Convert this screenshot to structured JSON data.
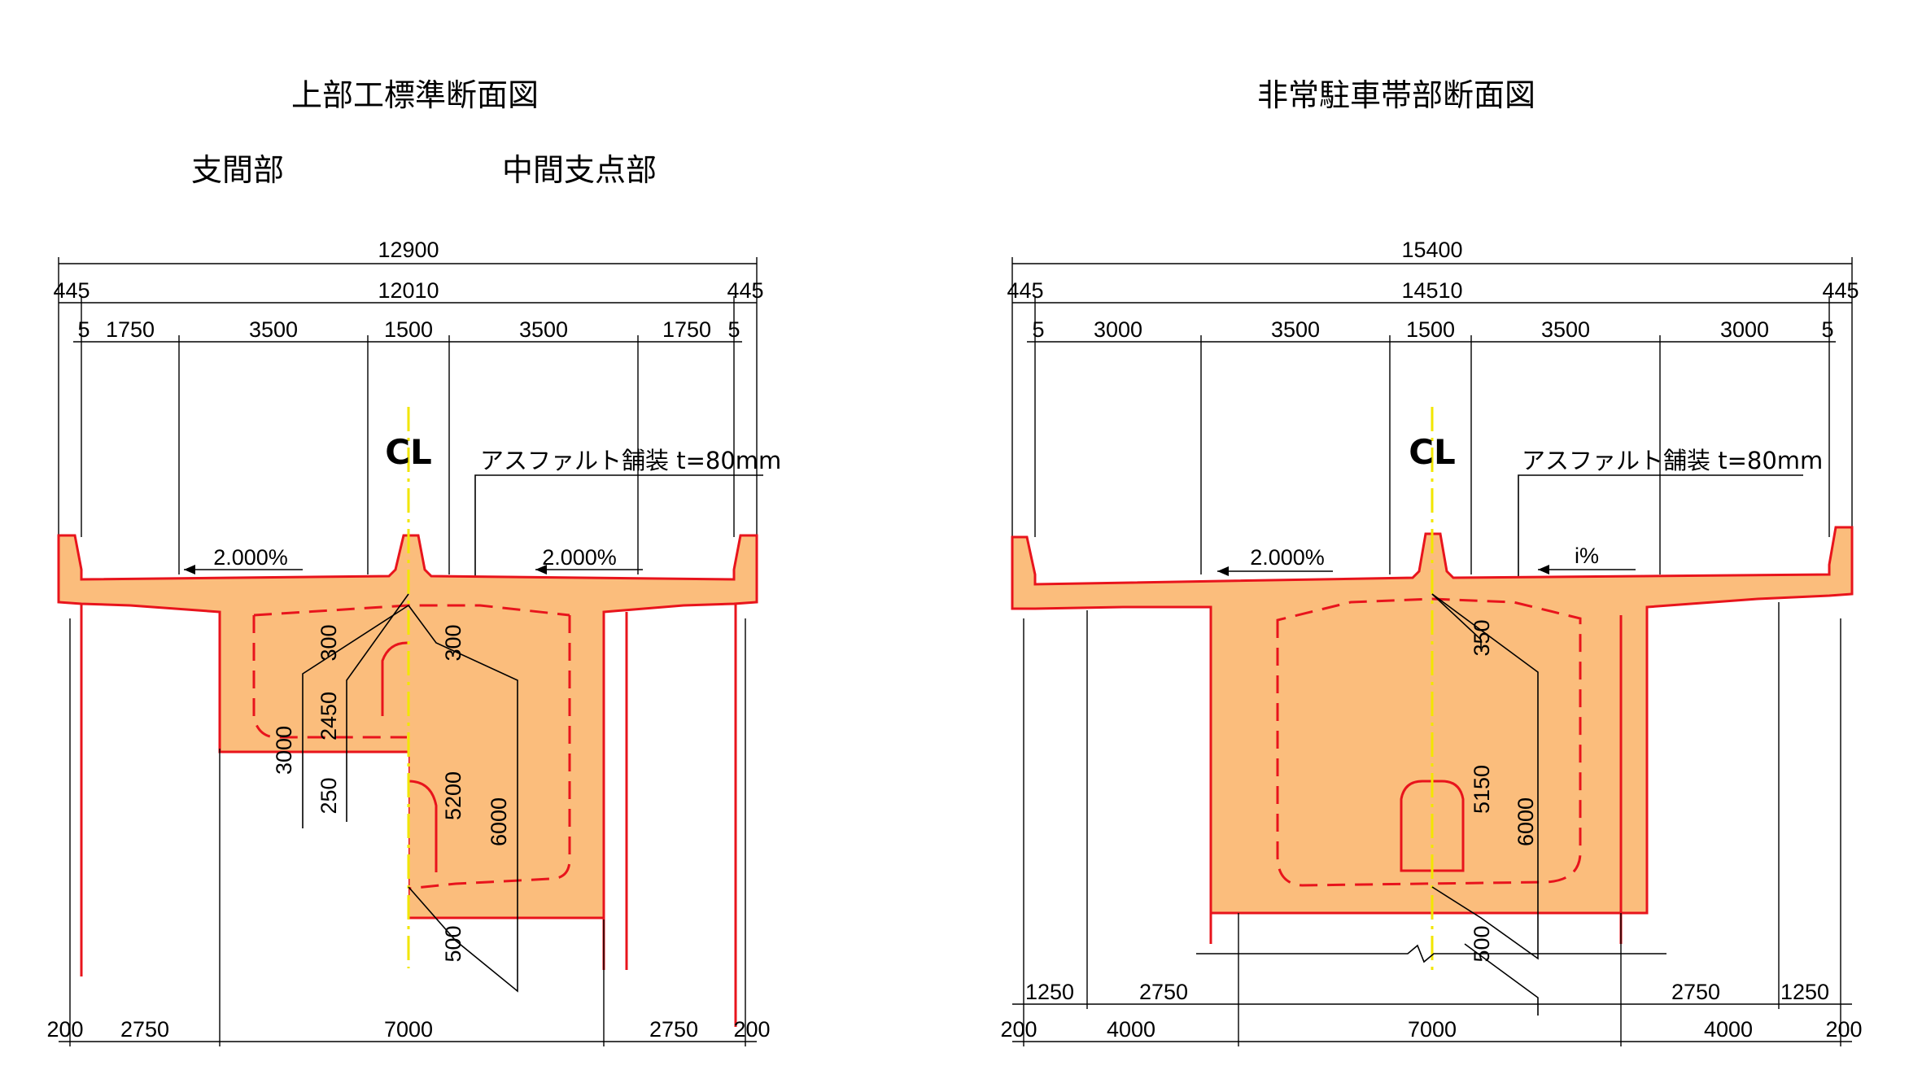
{
  "left": {
    "title": "上部工標準断面図",
    "sub_span": "支間部",
    "sub_support": "中間支点部",
    "overall": "12900",
    "inner": "12010",
    "edge_l": "445",
    "edge_r": "445",
    "row3": [
      "5",
      "1750",
      "3500",
      "1500",
      "3500",
      "1750",
      "5"
    ],
    "cl": "CL",
    "paving": "アスファルト舗装 t=80mm",
    "slope_l": "2.000%",
    "slope_r": "2.000%",
    "v_dims": [
      "300",
      "2450",
      "3000",
      "250",
      "300",
      "5200",
      "6000",
      "500"
    ],
    "bottom": [
      "200",
      "2750",
      "7000",
      "2750",
      "200"
    ]
  },
  "right": {
    "title": "非常駐車帯部断面図",
    "overall": "15400",
    "inner": "14510",
    "edge_l": "445",
    "edge_r": "445",
    "row3": [
      "5",
      "3000",
      "3500",
      "1500",
      "3500",
      "3000",
      "5"
    ],
    "cl": "CL",
    "paving": "アスファルト舗装 t=80mm",
    "slope_l": "2.000%",
    "slope_r": "i%",
    "v_dims": [
      "350",
      "5150",
      "6000",
      "500"
    ],
    "bottom_row1": [
      "1250",
      "2750",
      "2750",
      "1250"
    ],
    "bottom_row2": [
      "200",
      "4000",
      "7000",
      "4000",
      "200"
    ]
  },
  "colors": {
    "concrete": "#fbbd7c",
    "outline": "#e8141c",
    "centerline": "#f2e600"
  }
}
